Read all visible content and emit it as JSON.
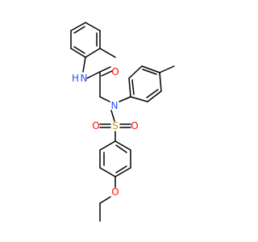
{
  "molecule": {
    "colors": {
      "bond": "#000000",
      "nitrogen": "#3050f8",
      "oxygen": "#ff0d0d",
      "sulfur": "#c8a000"
    },
    "atoms": {
      "nh": {
        "symbol": "N",
        "hydrogen": "H",
        "color": "#3050f8"
      },
      "amide_o": {
        "symbol": "O",
        "color": "#ff0d0d"
      },
      "sulfonamide_n": {
        "symbol": "N",
        "color": "#3050f8"
      },
      "sulfur": {
        "symbol": "S",
        "color": "#c8a000"
      },
      "sulfonyl_o_left": {
        "symbol": "O",
        "color": "#ff0d0d"
      },
      "sulfonyl_o_right": {
        "symbol": "O",
        "color": "#ff0d0d"
      },
      "ether_o": {
        "symbol": "O",
        "color": "#ff0d0d"
      }
    }
  }
}
